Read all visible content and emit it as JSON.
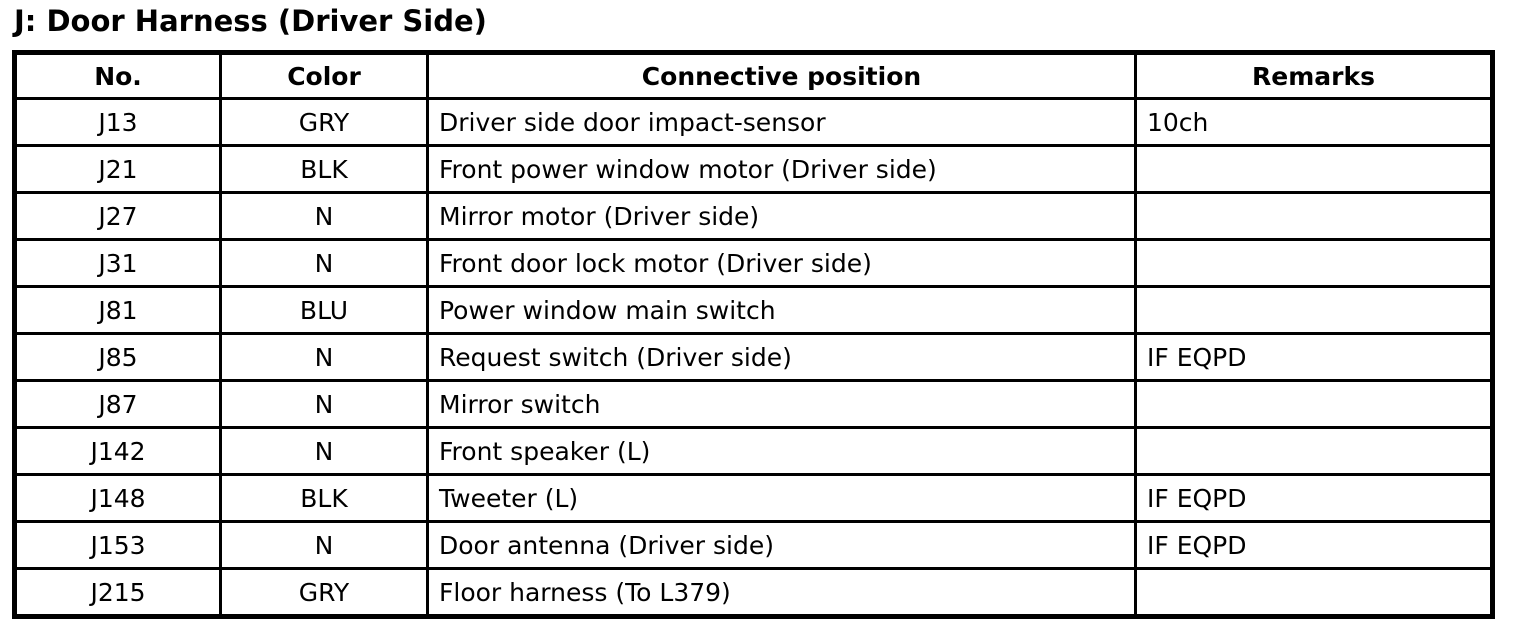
{
  "title": "J: Door Harness (Driver Side)",
  "table": {
    "headers": [
      "No.",
      "Color",
      "Connective position",
      "Remarks"
    ],
    "rows": [
      {
        "no": "J13",
        "color": "GRY",
        "position": "Driver side door impact-sensor",
        "remarks": "10ch"
      },
      {
        "no": "J21",
        "color": "BLK",
        "position": "Front power window motor (Driver side)",
        "remarks": ""
      },
      {
        "no": "J27",
        "color": "N",
        "position": "Mirror motor (Driver side)",
        "remarks": ""
      },
      {
        "no": "J31",
        "color": "N",
        "position": "Front door lock motor (Driver side)",
        "remarks": ""
      },
      {
        "no": "J81",
        "color": "BLU",
        "position": "Power window main switch",
        "remarks": ""
      },
      {
        "no": "J85",
        "color": "N",
        "position": "Request switch (Driver side)",
        "remarks": "IF EQPD"
      },
      {
        "no": "J87",
        "color": "N",
        "position": "Mirror switch",
        "remarks": ""
      },
      {
        "no": "J142",
        "color": "N",
        "position": "Front speaker (L)",
        "remarks": ""
      },
      {
        "no": "J148",
        "color": "BLK",
        "position": "Tweeter (L)",
        "remarks": "IF EQPD"
      },
      {
        "no": "J153",
        "color": "N",
        "position": "Door antenna (Driver side)",
        "remarks": "IF EQPD"
      },
      {
        "no": "J215",
        "color": "GRY",
        "position": "Floor harness (To L379)",
        "remarks": ""
      }
    ]
  }
}
